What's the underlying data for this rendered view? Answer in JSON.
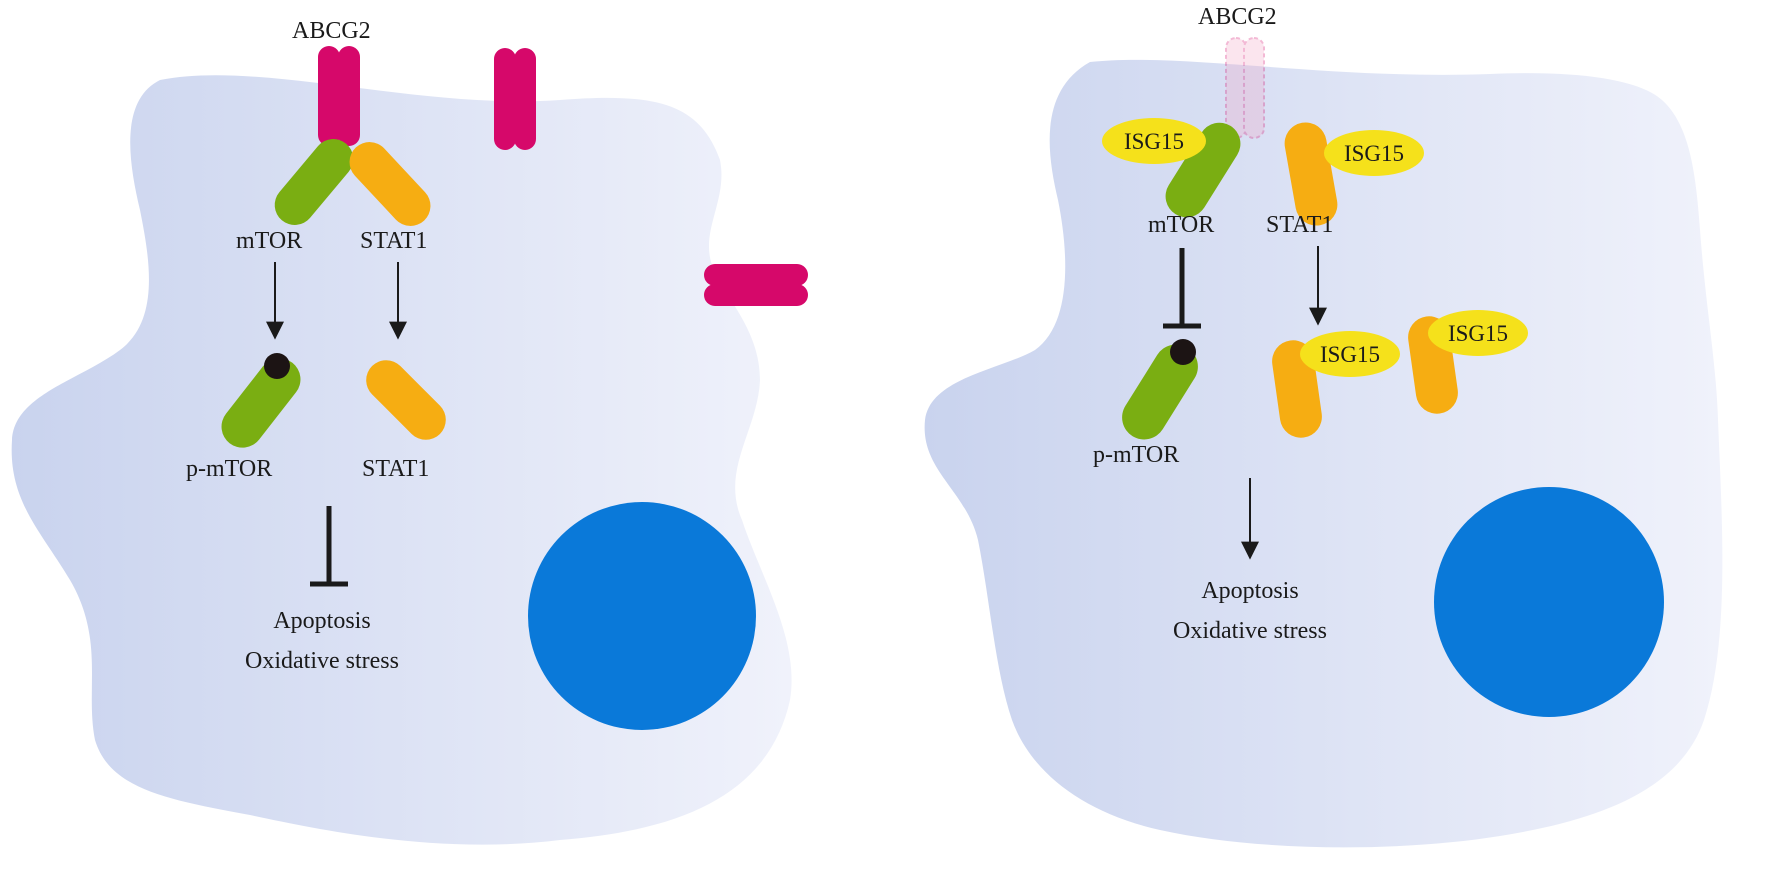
{
  "colors": {
    "cell_fill_dark": "#c9d3ee",
    "cell_fill_light": "#eef1fa",
    "nucleus": "#0a79d9",
    "abcg2": "#d6086a",
    "mtor": "#7aae12",
    "stat1": "#f6ad12",
    "isg15": "#f5e11b",
    "phospho": "#1c1414",
    "arrow": "#1a1a1a"
  },
  "left_panel": {
    "abcg2_label": "ABCG2",
    "mtor_label": "mTOR",
    "stat1_label": "STAT1",
    "p_mtor_label": "p-mTOR",
    "stat1_lower_label": "STAT1",
    "outcome_line1": "Apoptosis",
    "outcome_line2": "Oxidative stress"
  },
  "right_panel": {
    "abcg2_label": "ABCG2",
    "mtor_label": "mTOR",
    "stat1_label": "STAT1",
    "p_mtor_label": "p-mTOR",
    "isg15_labels": [
      "ISG15",
      "ISG15",
      "ISG15",
      "ISG15"
    ],
    "outcome_line1": "Apoptosis",
    "outcome_line2": "Oxidative stress"
  }
}
